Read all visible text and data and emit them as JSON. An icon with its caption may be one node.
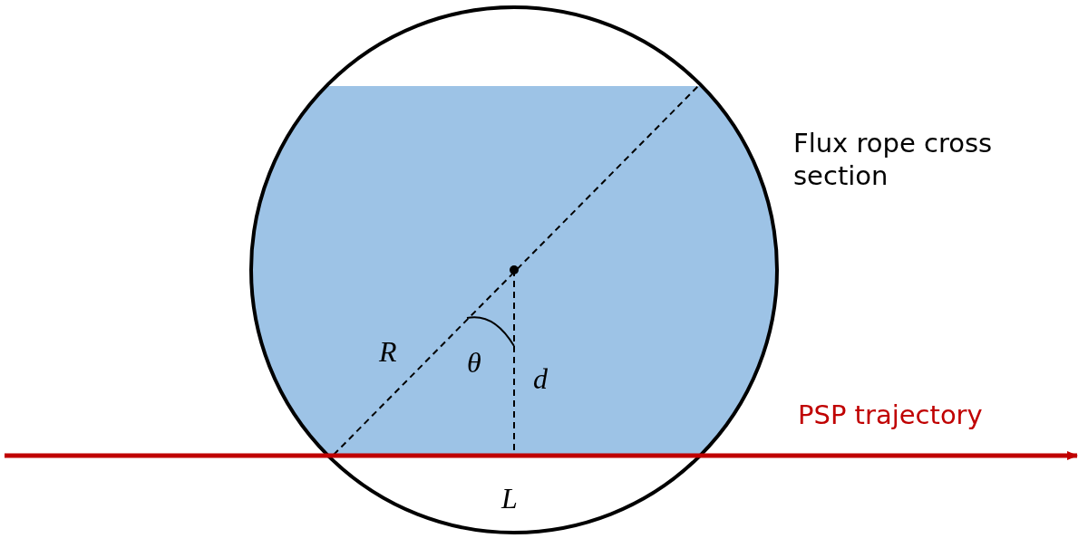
{
  "diagram": {
    "labels": [
      "Flux rope cross section",
      "R",
      "θ",
      "d",
      "L",
      "PSP trajectory"
    ]
  }
}
